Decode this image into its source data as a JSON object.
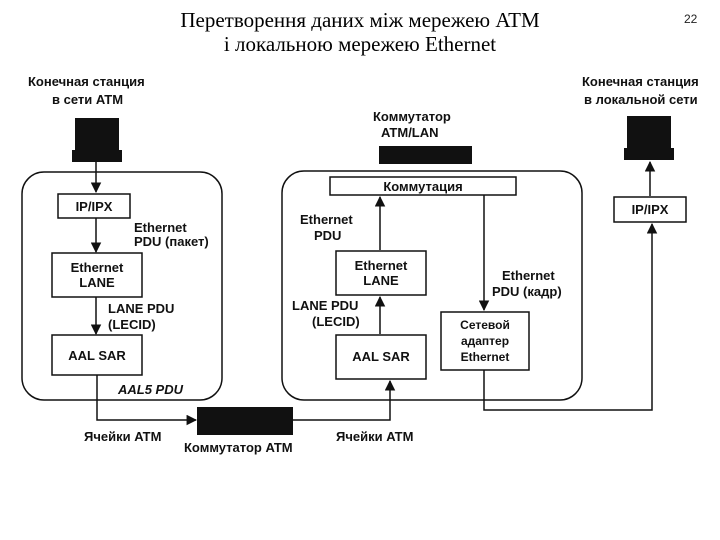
{
  "slide": {
    "title_line1": "Перетворення даних між мережею ATM",
    "title_line2": "і локальною мережею Ethernet",
    "page_number": "22"
  },
  "diagram": {
    "atm_station": {
      "caption_line1": "Конечная станция",
      "caption_line2": "в сети ATM",
      "ip": "IP/IPX",
      "eth_pdu_line1": "Ethernet",
      "eth_pdu_line2": "PDU (пакет)",
      "lane_line1": "Ethernet",
      "lane_line2": "LANE",
      "lane_pdu_line1": "LANE PDU",
      "lane_pdu_line2": "(LECID)",
      "aal": "AAL SAR",
      "aal5": "AAL5 PDU"
    },
    "switch_lan": {
      "caption_line1": "Коммутатор",
      "caption_line2": "ATM/LAN",
      "switching": "Коммутация",
      "eth_pdu_line1": "Ethernet",
      "eth_pdu_line2": "PDU",
      "lane_line1": "Ethernet",
      "lane_line2": "LANE",
      "lane_pdu_line1": "LANE PDU",
      "lane_pdu_line2": "(LECID)",
      "aal": "AAL SAR",
      "eth_frame_line1": "Ethernet",
      "eth_frame_line2": "PDU (кадр)",
      "adapter_line1": "Сетевой",
      "adapter_line2": "адаптер",
      "adapter_line3": "Ethernet"
    },
    "lan_station": {
      "caption_line1": "Конечная станция",
      "caption_line2": "в локальной сети",
      "ip": "IP/IPX"
    },
    "bottom": {
      "cells_left": "Ячейки ATM",
      "cells_right": "Ячейки ATM",
      "atm_switch": "Коммутатор ATM"
    }
  }
}
